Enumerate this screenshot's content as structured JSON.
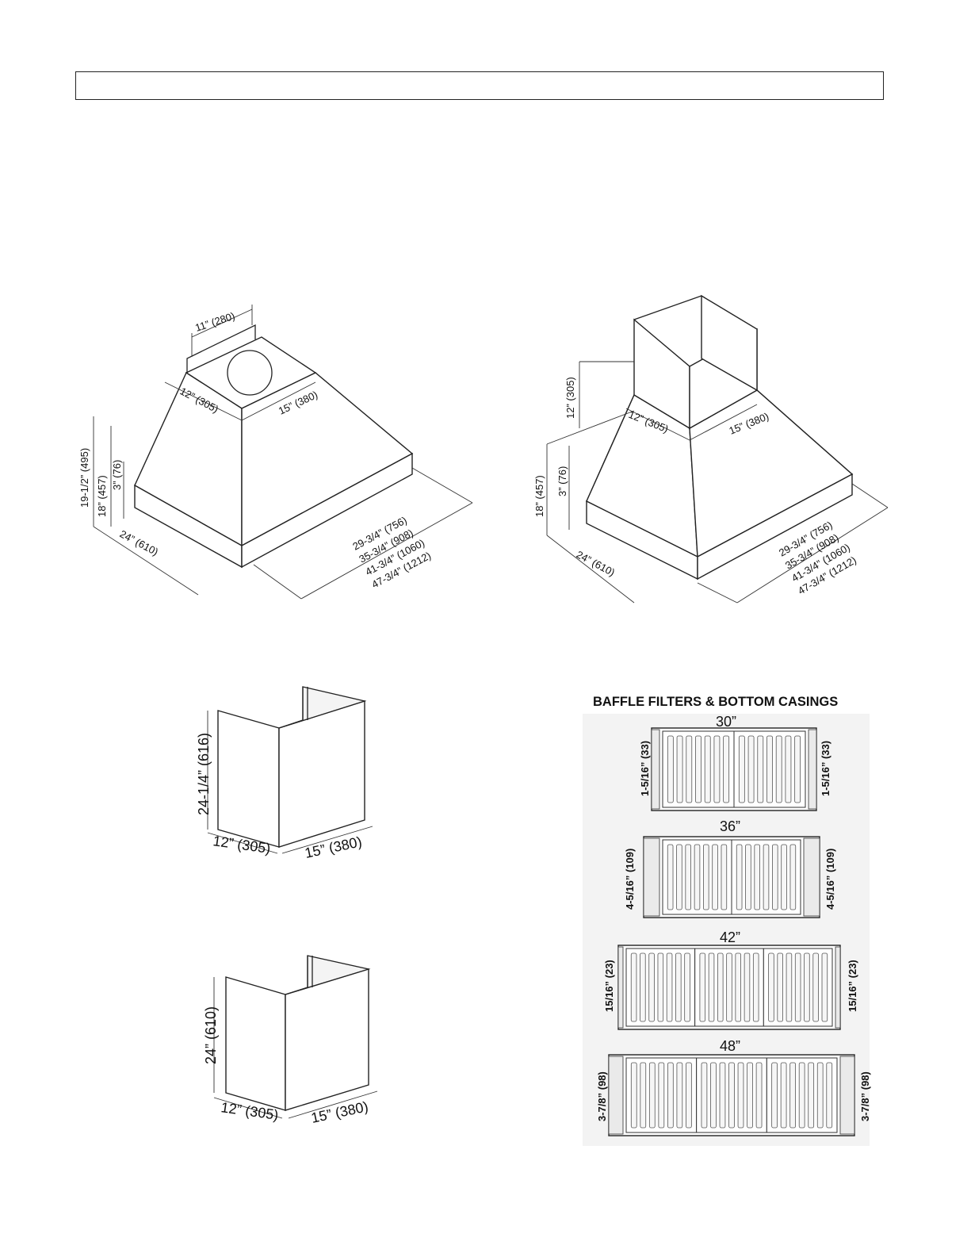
{
  "header_box": {
    "text": ""
  },
  "hood_island": {
    "duct_width": "11” (280)",
    "top_depth": "12” (305)",
    "top_width": "15” (380)",
    "total_height": "19-1/2” (495)",
    "body_height": "18” (457)",
    "lip_height": "3” (76)",
    "depth": "24” (610)",
    "widths": [
      "29-3/4” (756)",
      "35-3/4” (908)",
      "41-3/4” (1060)",
      "47-3/4” (1212)"
    ]
  },
  "hood_chimney": {
    "chimney_height": "12” (305)",
    "top_depth": "12” (305)",
    "top_width": "15” (380)",
    "body_height": "18” (457)",
    "lip_height": "3” (76)",
    "depth": "24” (610)",
    "widths": [
      "29-3/4” (756)",
      "35-3/4” (908)",
      "41-3/4” (1060)",
      "47-3/4” (1212)"
    ]
  },
  "chimney_cover_a": {
    "height": "24-1/4” (616)",
    "depth": "12” (305)",
    "width": "15” (380)"
  },
  "chimney_cover_b": {
    "height": "24” (610)",
    "depth": "12” (305)",
    "width": "15” (380)"
  },
  "baffle": {
    "title": "BAFFLE FILTERS & BOTTOM CASINGS",
    "rows": [
      {
        "size": "30”",
        "casing": "1-5/16” (33)"
      },
      {
        "size": "36”",
        "casing": "4-5/16” (109)"
      },
      {
        "size": "42”",
        "casing": "15/16” (23)"
      },
      {
        "size": "48”",
        "casing": "3-7/8” (98)"
      }
    ]
  }
}
